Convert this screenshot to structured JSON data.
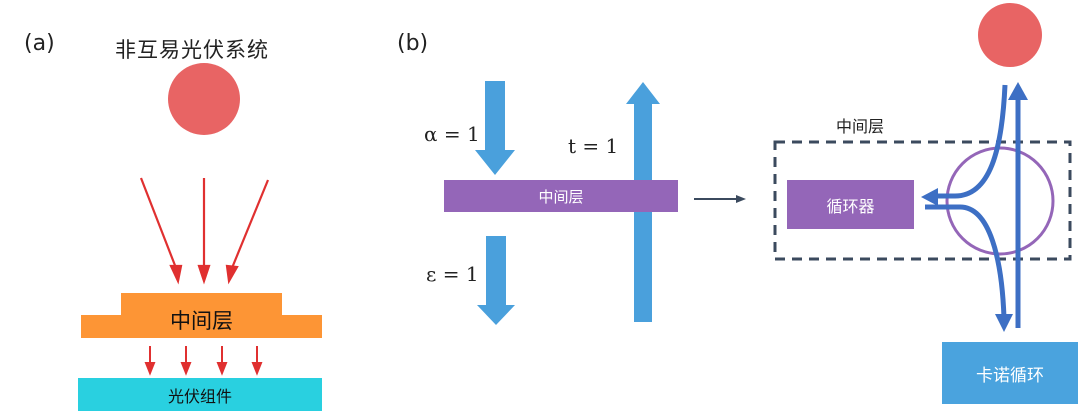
{
  "panel_a": {
    "label": "(a)",
    "title": "非互易光伏系统",
    "layer_label": "中间层",
    "pv_label": "光伏组件"
  },
  "panel_b": {
    "label": "(b)",
    "alpha_label": "α = 1",
    "t_label": "t = 1",
    "epsilon_label": "ε = 1",
    "layer_label": "中间层",
    "dashed_label": "中间层",
    "circulator_label": "循环器",
    "carnot_label": "卡诺循环"
  },
  "colors": {
    "sun": "#e86464",
    "ray": "#e03030",
    "orange": "#fd9535",
    "cyan": "#29d0e0",
    "purple": "#9466b8",
    "blue_arrow": "#4aa0dc",
    "dark_blue": "#3d6fc4",
    "carnot": "#4aa3de"
  }
}
